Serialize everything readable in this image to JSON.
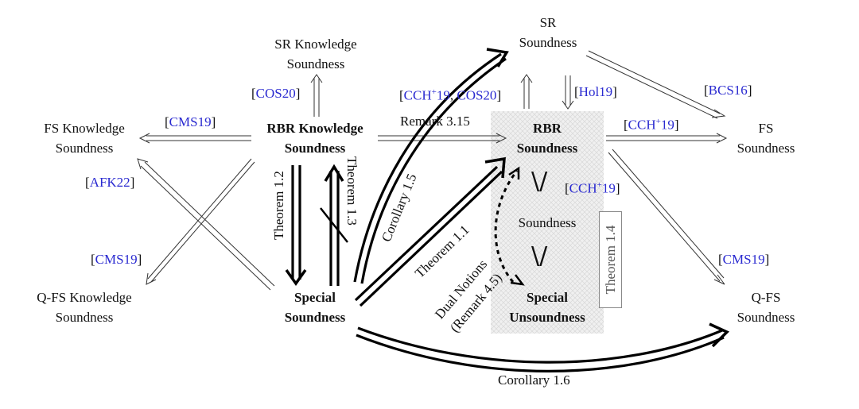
{
  "nodes": {
    "sr_knowledge": [
      "SR Knowledge",
      "Soundness"
    ],
    "sr": [
      "SR",
      "Soundness"
    ],
    "fs_knowledge": [
      "FS Knowledge",
      "Soundness"
    ],
    "rbr_knowledge": [
      "RBR Knowledge",
      "Soundness"
    ],
    "rbr": [
      "RBR",
      "Soundness"
    ],
    "fs": [
      "FS",
      "Soundness"
    ],
    "soundness": "Soundness",
    "qfs_knowledge": [
      "Q-FS Knowledge",
      "Soundness"
    ],
    "special": [
      "Special",
      "Soundness"
    ],
    "special_unsound": [
      "Special",
      "Unsoundness"
    ],
    "qfs": [
      "Q-FS",
      "Soundness"
    ]
  },
  "citations": {
    "cos20": "COS20",
    "cms19_top": "CMS19",
    "afk22": "AFK22",
    "cms19_left": "CMS19",
    "cch19_cos20_a": "CCH",
    "cch19_cos20_b": "+",
    "cch19_cos20_c": "19",
    "cch19_cos20_d": "COS20",
    "hol19": "Hol19",
    "bcs16": "BCS16",
    "cch19_fs_a": "CCH",
    "cch19_fs_b": "+",
    "cch19_fs_c": "19",
    "cch19_mid_a": "CCH",
    "cch19_mid_b": "+",
    "cch19_mid_c": "19",
    "cms19_right": "CMS19"
  },
  "labels": {
    "remark315": "Remark 3.15",
    "thm12": "Theorem 1.2",
    "thm13": "Theorem 1.3",
    "cor15": "Corollary 1.5",
    "thm11": "Theorem 1.1",
    "dual1": "Dual Notions",
    "dual2": "(Remark 4.5)",
    "thm14": "Theorem 1.4",
    "cor16": "Corollary 1.6"
  },
  "colors": {
    "citation": "#2a2ad0",
    "text": "#111111",
    "shade": "#e6e6e6"
  }
}
